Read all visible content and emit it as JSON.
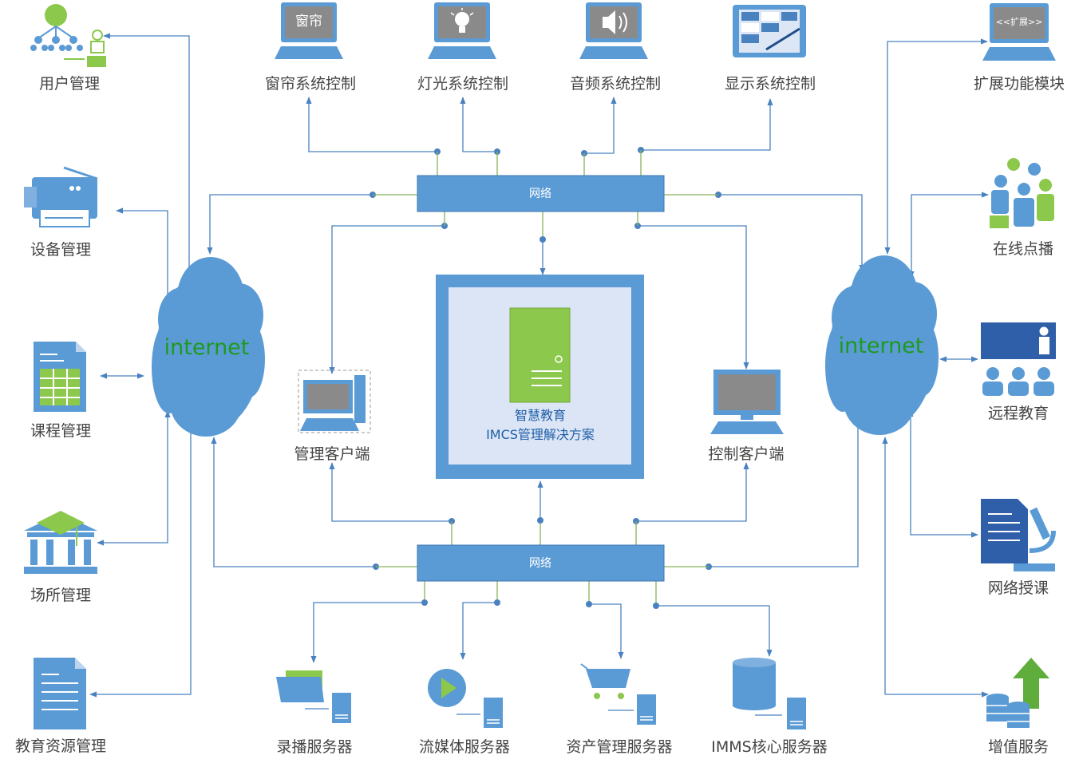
{
  "top_modules": [
    "窗帘系统控制",
    "灯光系统控制",
    "音频系统控制",
    "显示系统控制"
  ],
  "left_modules": [
    "用户管理",
    "设备管理",
    "课程管理",
    "场所管理",
    "教育资源管理"
  ],
  "right_modules": [
    "扩展功能模块",
    "在线点播",
    "远程教育",
    "网络授课",
    "增值服务"
  ],
  "bottom_modules": [
    "录播服务器",
    "流媒体服务器",
    "资产管理服务器",
    "IMMS核心服务器"
  ],
  "network_top": "网络",
  "network_bottom": "网络",
  "cloud_left": "internet",
  "cloud_right": "internet",
  "client_left": "管理客户端",
  "client_right": "控制客户端",
  "core_title": "智慧教育",
  "core_subtitle": "IMCS管理解决方案",
  "icon_text": {
    "curtain": "窗帘",
    "expand": "<<扩展>>"
  },
  "colors": {
    "primary": "#4a82c0",
    "bar": "#5b9bd5",
    "green": "#8cc84b",
    "cloud": "#5b9bd5",
    "label": "#444444"
  },
  "icons": [
    "hierarchy-icon",
    "fax-icon",
    "spreadsheet-icon",
    "institution-icon",
    "document-icon",
    "curtain-laptop-icon",
    "light-laptop-icon",
    "speaker-laptop-icon",
    "display-tablet-icon",
    "expand-laptop-icon",
    "people-group-icon",
    "classroom-icon",
    "microscope-icon",
    "value-arrow-icon",
    "folder-server-icon",
    "media-server-icon",
    "cart-server-icon",
    "database-server-icon",
    "admin-computer-icon",
    "control-computer-icon",
    "server-tower-icon",
    "cloud-icon"
  ]
}
